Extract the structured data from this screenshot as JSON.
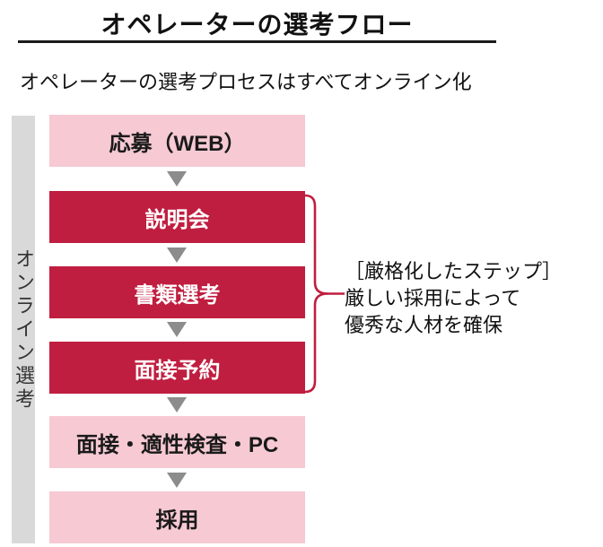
{
  "page": {
    "title": "オペレーターの選考フロー",
    "subtitle": "オペレーターの選考プロセスはすべてオンライン化"
  },
  "flow": {
    "side_label": "オンライン選考",
    "steps": [
      {
        "label": "応募（WEB）",
        "type": "normal"
      },
      {
        "label": "説明会",
        "type": "highlight"
      },
      {
        "label": "書類選考",
        "type": "highlight"
      },
      {
        "label": "面接予約",
        "type": "highlight"
      },
      {
        "label": "面接・適性検査・PC",
        "type": "normal"
      },
      {
        "label": "採用",
        "type": "normal"
      }
    ]
  },
  "annotation": {
    "heading": "［厳格化したステップ］",
    "lines": [
      "厳しい採用によって",
      "優秀な人材を確保"
    ]
  },
  "colors": {
    "accent_red": "#c01e40",
    "light_pink": "#f6c9d3",
    "sidebar_gray": "#d9d9d9",
    "arrow_gray": "#8c8c8c",
    "text_black": "#111111"
  }
}
